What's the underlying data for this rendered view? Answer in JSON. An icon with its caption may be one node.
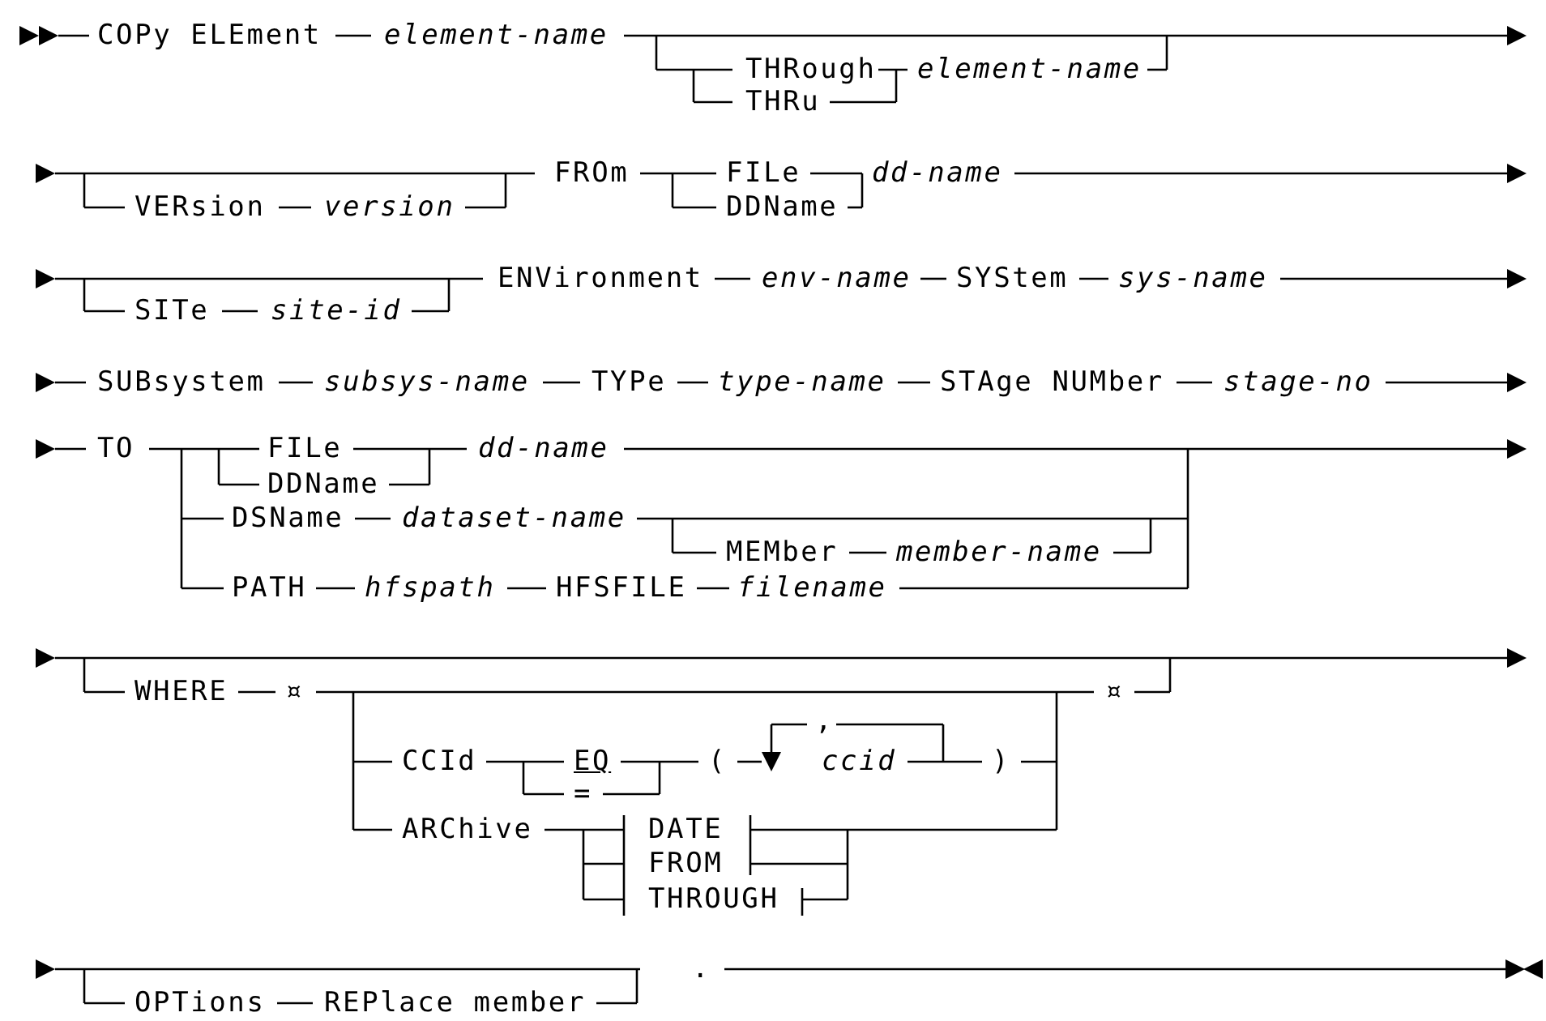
{
  "diagram": {
    "labels": [
      "COPy ELEment",
      "element-name",
      "THRough",
      "element-name",
      "THRu",
      "VERsion",
      "version",
      "FROm",
      "FILe",
      "dd-name",
      "DDName",
      "SITe",
      "site-id",
      "ENVironment",
      "env-name",
      "SYStem",
      "sys-name",
      "SUBsystem",
      "subsys-name",
      "TYPe",
      "type-name",
      "STAge NUMber",
      "stage-no",
      "TO",
      "FILe",
      "dd-name",
      "DDName",
      "DSName",
      "dataset-name",
      "MEMber",
      "member-name",
      "PATH",
      "hfspath",
      "HFSFILE",
      "filename",
      "WHERE",
      "¤",
      "¤",
      ",",
      "CCId",
      "EQ",
      "(",
      "ccid",
      ")",
      "=",
      "ARChive",
      "DATE",
      "FROM",
      "THROUGH",
      "OPTions",
      "REPlace member",
      "."
    ]
  }
}
